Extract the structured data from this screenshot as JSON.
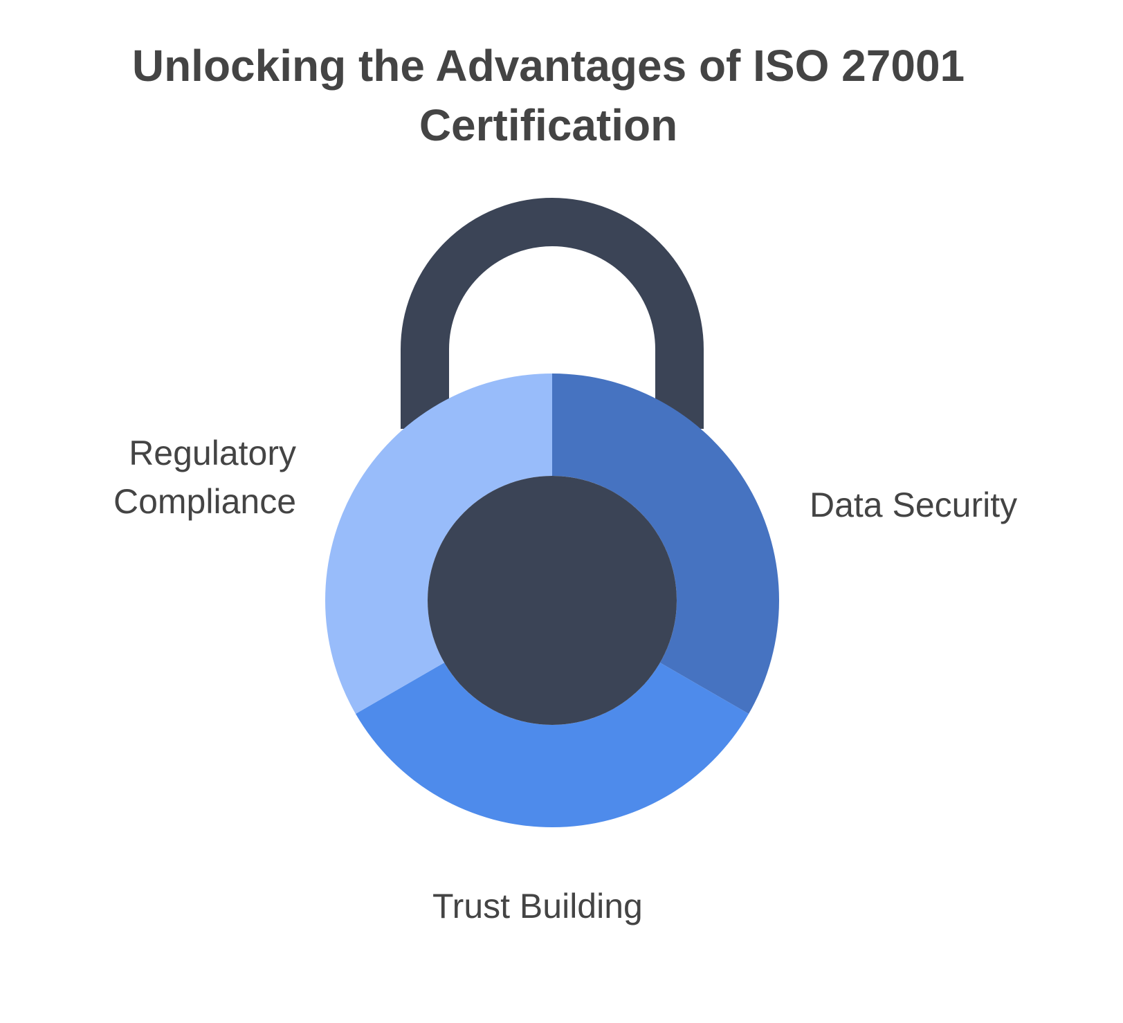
{
  "title": {
    "line1": "Unlocking the Advantages of ISO 27001",
    "line2": "Certification"
  },
  "segments": [
    {
      "id": "data-security",
      "label": "Data Security",
      "color": "#4673C1"
    },
    {
      "id": "trust-building",
      "label": "Trust Building",
      "color": "#4E8BEB"
    },
    {
      "id": "regulatory-compliance",
      "label_line1": "Regulatory",
      "label_line2": "Compliance",
      "color": "#98BCFA"
    }
  ],
  "colors": {
    "shackle": "#3B4456",
    "center": "#3B4456",
    "text": "#444444"
  },
  "icons": {
    "lock": "padlock-icon"
  }
}
